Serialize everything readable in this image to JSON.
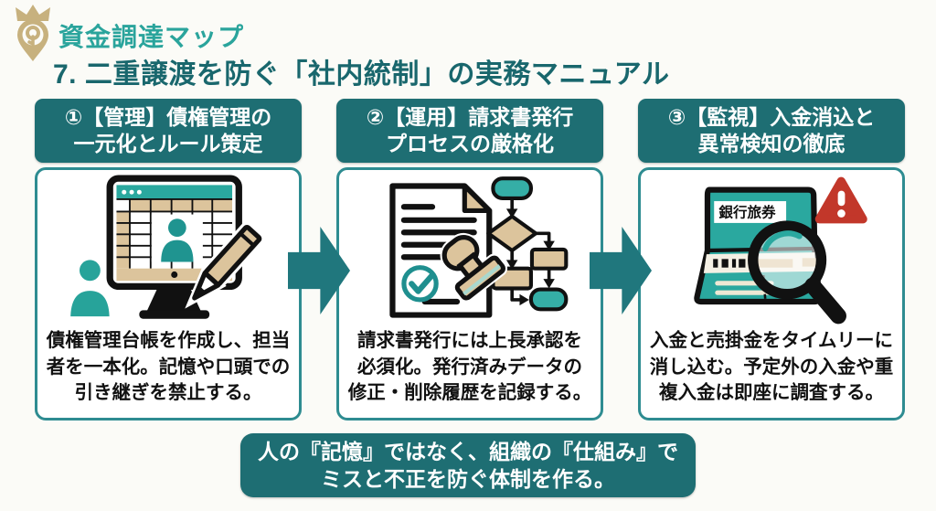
{
  "colors": {
    "teal_dark": "#1E6E73",
    "teal_mid": "#2AA89F",
    "teal_border": "#2E8C91",
    "arrow_teal": "#20777D",
    "tan": "#DCC49C",
    "alert_red": "#C2372A",
    "logo_gold": "#C7B17E",
    "title_teal": "#19676D",
    "brand_teal": "#2AA49C",
    "text_black": "#111111",
    "background": "#FBFBF7"
  },
  "brand": {
    "logo_icon": "crown-pin-logo",
    "name": "資金調達マップ"
  },
  "page_title": "7. 二重譲渡を防ぐ「社内統制」の実務マニュアル",
  "steps": [
    {
      "header": "①【管理】債権管理の\n一元化とルール策定",
      "icon": "spreadsheet-monitor-icon",
      "body": "債権管理台帳を作成し、担当\n者を一本化。記憶や口頭での\n引き継ぎを禁止する。"
    },
    {
      "header": "②【運用】請求書発行\nプロセスの厳格化",
      "icon": "approval-document-stamp-icon",
      "body": "請求書発行には上長承認を\n必須化。発行済みデータの\n修正・削除履歴を記録する。"
    },
    {
      "header": "③【監視】入金消込と\n異常検知の徹底",
      "icon": "passbook-magnifier-alert-icon",
      "icon_label": "銀行旅券",
      "body": "入金と売掛金をタイムリーに\n消し込む。予定外の入金や重\n複入金は即座に調査する。"
    }
  ],
  "conclusion": "人の『記憶』ではなく、組織の『仕組み』で\nミスと不正を防ぐ体制を作る。"
}
